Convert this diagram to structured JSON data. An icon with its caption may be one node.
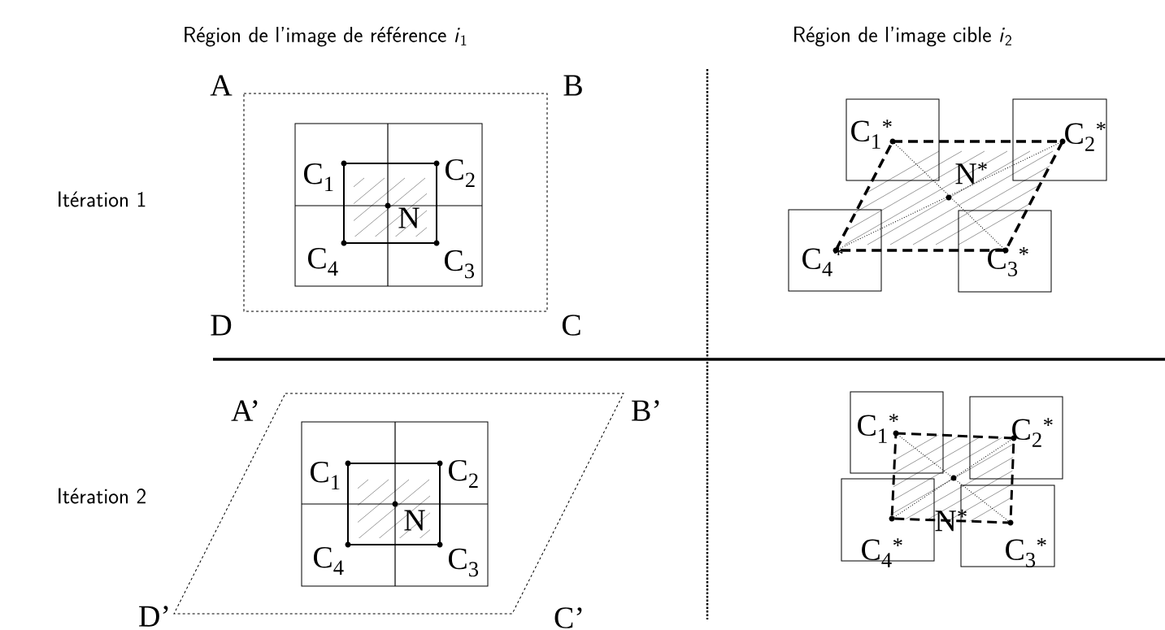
{
  "diagram": {
    "labels": [
      "Région de l’image de référence *i*$_{1}$",
      "Région de l’image cible *i*$_{2}$",
      "A",
      "B",
      "Itération 1",
      "C$_{1}$",
      "C$_{2}$",
      "N",
      "C$_{4}$",
      "C$_{3}$",
      "D",
      "C",
      "C$_{1}$$^{*}$",
      "N$^{*}$",
      "C$_{2}$$^{*}$",
      "C$_{4}$$^{*}$",
      "C$_{3}$$^{*}$",
      "A’",
      "B’",
      "Itération 2",
      "C$_{1}$",
      "C$_{2}$",
      "N",
      "C$_{4}$",
      "C$_{3}$",
      "D’",
      "C’",
      "C$_{1}$$^{*}$",
      "C$_{2}$$^{*}$",
      "N$^{*}$",
      "C$_{4}$$^{*}$",
      "C$_{3}$$^{*}$"
    ]
  }
}
